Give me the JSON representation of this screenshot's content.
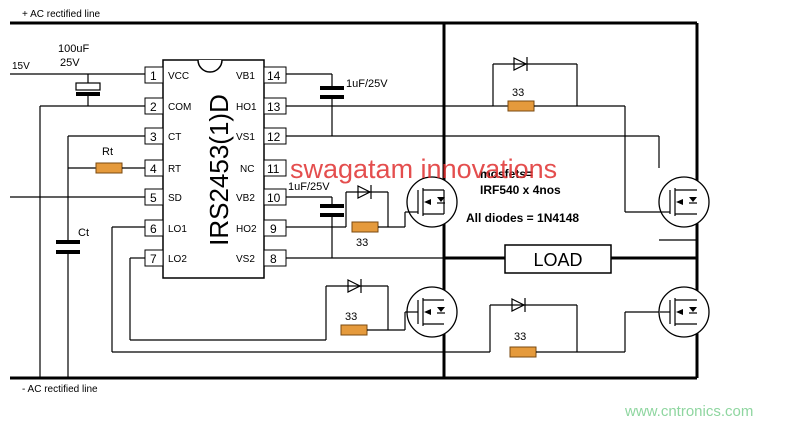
{
  "rails": {
    "top": "+ AC rectified line",
    "bottom": "- AC rectified line"
  },
  "supply": {
    "v15": "15V"
  },
  "cap_vcc": {
    "value": "100uF",
    "voltage": "25V"
  },
  "ic": {
    "name": "IRS2453(1)D",
    "left_pins": [
      {
        "num": "1",
        "name": "VCC"
      },
      {
        "num": "2",
        "name": "COM"
      },
      {
        "num": "3",
        "name": "CT"
      },
      {
        "num": "4",
        "name": "RT"
      },
      {
        "num": "5",
        "name": "SD"
      },
      {
        "num": "6",
        "name": "LO1"
      },
      {
        "num": "7",
        "name": "LO2"
      }
    ],
    "right_pins": [
      {
        "num": "14",
        "name": "VB1"
      },
      {
        "num": "13",
        "name": "HO1"
      },
      {
        "num": "12",
        "name": "VS1"
      },
      {
        "num": "11",
        "name": "NC"
      },
      {
        "num": "10",
        "name": "VB2"
      },
      {
        "num": "9",
        "name": "HO2"
      },
      {
        "num": "8",
        "name": "VS2"
      }
    ]
  },
  "components": {
    "rt": "Rt",
    "ct": "Ct",
    "cap_boot1": "1uF/25V",
    "cap_boot2": "1uF/25V",
    "gate_res_1": "33",
    "gate_res_2": "33",
    "gate_res_3": "33",
    "gate_res_4": "33",
    "load": "LOAD"
  },
  "notes": {
    "mosfets_line1": "mosfets=",
    "mosfets_line2": "IRF540 x 4nos",
    "diodes": "All diodes = 1N4148"
  },
  "watermarks": {
    "swagatam": "swagatam innovations",
    "cntronics": "www.cntronics.com"
  },
  "colors": {
    "resistor": "#e59a3c",
    "watermark_red": "#e03030",
    "watermark_green": "#8fd6a0"
  }
}
